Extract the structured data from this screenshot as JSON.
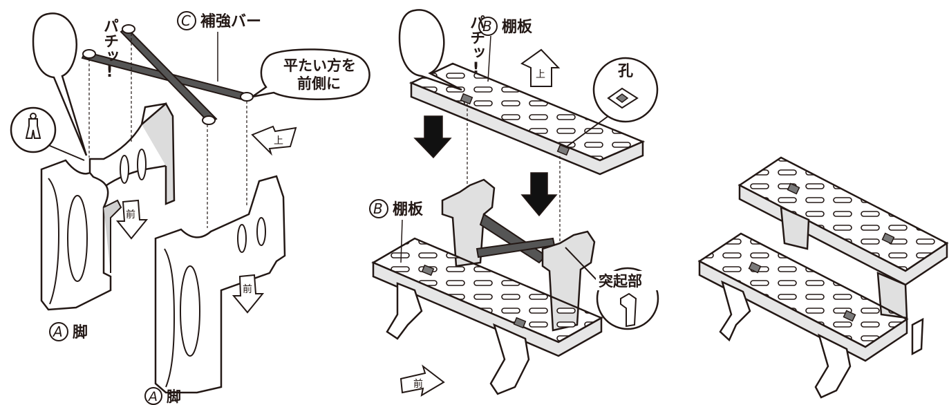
{
  "labels": {
    "reinforcement_bar": "補強バー",
    "reinforcement_bar_mark": "C",
    "shelf_board": "棚板",
    "shelf_board_mark": "B",
    "leg": "脚",
    "leg_mark": "A",
    "click_sound": "パチッ!",
    "flat_side_line1": "平たい方を",
    "flat_side_line2": "前側に",
    "hole": "孔",
    "protrusion": "突起部",
    "front": "前",
    "up": "上"
  },
  "colors": {
    "ink": "#231815",
    "part_fill": "#ffffff",
    "panel_fill": "#e6e6e6",
    "shade": "#7a7a7a",
    "dark_arrow": "#111111"
  },
  "icons": [
    "up-arrow-icon",
    "front-arrow-icon",
    "down-arrow-icon",
    "hole-detail-icon",
    "protrusion-detail-icon",
    "hook-detail-icon"
  ]
}
